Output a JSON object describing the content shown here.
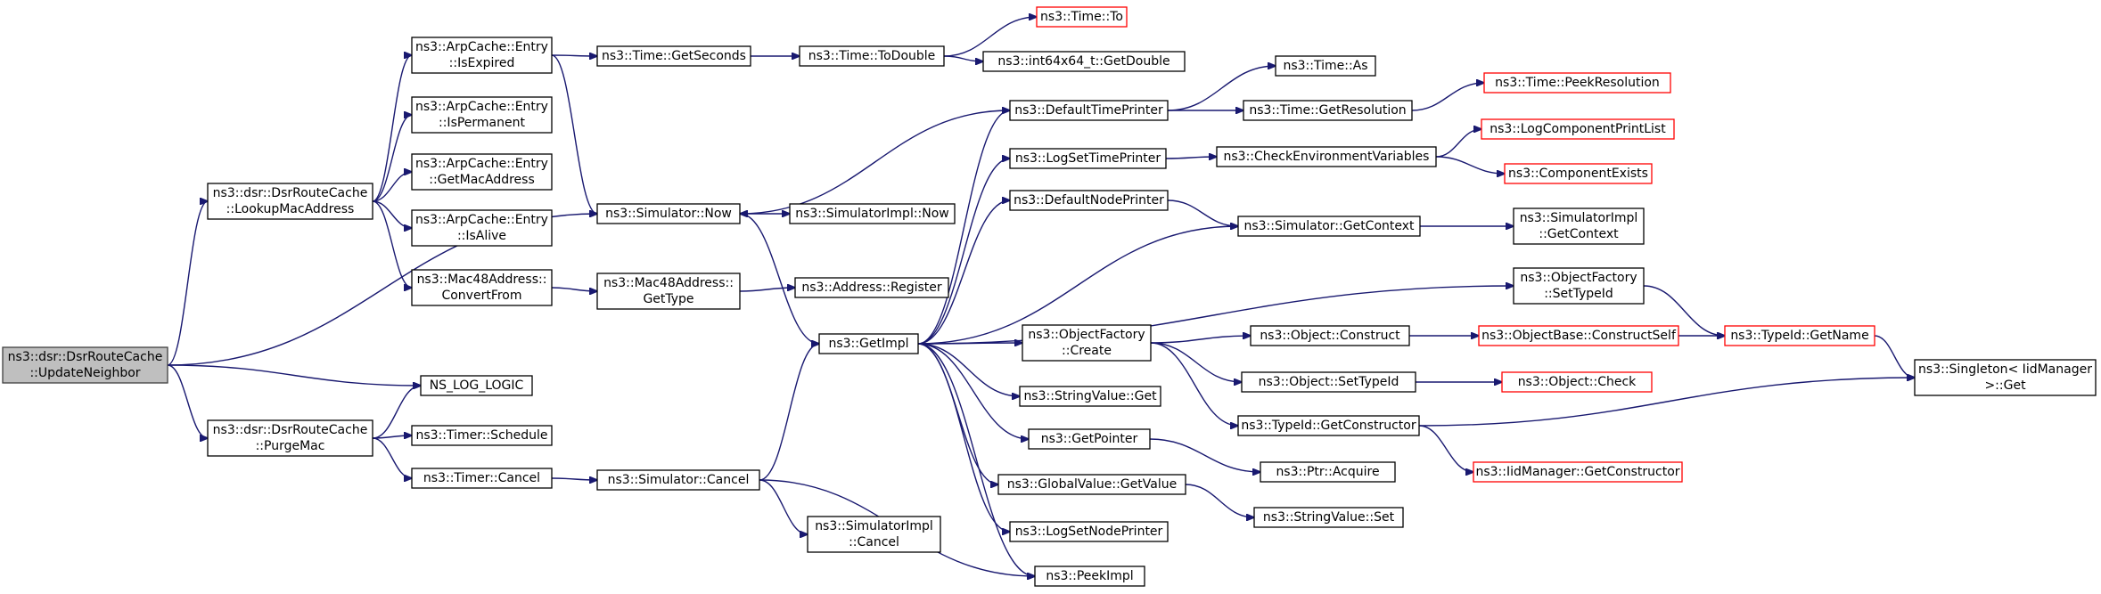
{
  "nodes": [
    {
      "id": "root",
      "lines": [
        "ns3::dsr::DsrRouteCache",
        "::UpdateNeighbor"
      ],
      "style": "root"
    },
    {
      "id": "lookup",
      "lines": [
        "ns3::dsr::DsrRouteCache",
        "::LookupMacAddress"
      ],
      "style": "normal"
    },
    {
      "id": "nslog",
      "lines": [
        "NS_LOG_LOGIC"
      ],
      "style": "normal"
    },
    {
      "id": "purge",
      "lines": [
        "ns3::dsr::DsrRouteCache",
        "::PurgeMac"
      ],
      "style": "normal"
    },
    {
      "id": "isexpired",
      "lines": [
        "ns3::ArpCache::Entry",
        "::IsExpired"
      ],
      "style": "normal"
    },
    {
      "id": "isperm",
      "lines": [
        "ns3::ArpCache::Entry",
        "::IsPermanent"
      ],
      "style": "normal"
    },
    {
      "id": "getmac",
      "lines": [
        "ns3::ArpCache::Entry",
        "::GetMacAddress"
      ],
      "style": "normal"
    },
    {
      "id": "isalive",
      "lines": [
        "ns3::ArpCache::Entry",
        "::IsAlive"
      ],
      "style": "normal"
    },
    {
      "id": "convertfrom",
      "lines": [
        "ns3::Mac48Address::",
        "ConvertFrom"
      ],
      "style": "normal"
    },
    {
      "id": "timersched",
      "lines": [
        "ns3::Timer::Schedule"
      ],
      "style": "normal"
    },
    {
      "id": "timercancel",
      "lines": [
        "ns3::Timer::Cancel"
      ],
      "style": "normal"
    },
    {
      "id": "getseconds",
      "lines": [
        "ns3::Time::GetSeconds"
      ],
      "style": "normal"
    },
    {
      "id": "simnow",
      "lines": [
        "ns3::Simulator::Now"
      ],
      "style": "normal"
    },
    {
      "id": "gettype",
      "lines": [
        "ns3::Mac48Address::",
        "GetType"
      ],
      "style": "normal"
    },
    {
      "id": "simcancel",
      "lines": [
        "ns3::Simulator::Cancel"
      ],
      "style": "normal"
    },
    {
      "id": "todouble",
      "lines": [
        "ns3::Time::ToDouble"
      ],
      "style": "normal"
    },
    {
      "id": "simimplnow",
      "lines": [
        "ns3::SimulatorImpl::Now"
      ],
      "style": "normal"
    },
    {
      "id": "addrreg",
      "lines": [
        "ns3::Address::Register"
      ],
      "style": "normal"
    },
    {
      "id": "getimpl",
      "lines": [
        "ns3::GetImpl"
      ],
      "style": "normal"
    },
    {
      "id": "simimplcancel",
      "lines": [
        "ns3::SimulatorImpl",
        "::Cancel"
      ],
      "style": "normal"
    },
    {
      "id": "timeto",
      "lines": [
        "ns3::Time::To"
      ],
      "style": "red"
    },
    {
      "id": "int64",
      "lines": [
        "ns3::int64x64_t::GetDouble"
      ],
      "style": "normal"
    },
    {
      "id": "deftimeprinter",
      "lines": [
        "ns3::DefaultTimePrinter"
      ],
      "style": "normal"
    },
    {
      "id": "logsettimeprinter",
      "lines": [
        "ns3::LogSetTimePrinter"
      ],
      "style": "normal"
    },
    {
      "id": "defnodeprinter",
      "lines": [
        "ns3::DefaultNodePrinter"
      ],
      "style": "normal"
    },
    {
      "id": "ofcreate",
      "lines": [
        "ns3::ObjectFactory",
        "::Create"
      ],
      "style": "normal"
    },
    {
      "id": "strvalget",
      "lines": [
        "ns3::StringValue::Get"
      ],
      "style": "normal"
    },
    {
      "id": "getpointer",
      "lines": [
        "ns3::GetPointer"
      ],
      "style": "normal"
    },
    {
      "id": "gvgetvalue",
      "lines": [
        "ns3::GlobalValue::GetValue"
      ],
      "style": "normal"
    },
    {
      "id": "logsetnodeprinter",
      "lines": [
        "ns3::LogSetNodePrinter"
      ],
      "style": "normal"
    },
    {
      "id": "peekimpl",
      "lines": [
        "ns3::PeekImpl"
      ],
      "style": "normal"
    },
    {
      "id": "timeas",
      "lines": [
        "ns3::Time::As"
      ],
      "style": "normal"
    },
    {
      "id": "getres",
      "lines": [
        "ns3::Time::GetResolution"
      ],
      "style": "normal"
    },
    {
      "id": "checkenv",
      "lines": [
        "ns3::CheckEnvironmentVariables"
      ],
      "style": "normal"
    },
    {
      "id": "simgetctx",
      "lines": [
        "ns3::Simulator::GetContext"
      ],
      "style": "normal"
    },
    {
      "id": "ofsettypeid",
      "lines": [
        "ns3::ObjectFactory",
        "::SetTypeId"
      ],
      "style": "normal"
    },
    {
      "id": "objconstruct",
      "lines": [
        "ns3::Object::Construct"
      ],
      "style": "normal"
    },
    {
      "id": "objsettypeid",
      "lines": [
        "ns3::Object::SetTypeId"
      ],
      "style": "normal"
    },
    {
      "id": "typeidgetctor",
      "lines": [
        "ns3::TypeId::GetConstructor"
      ],
      "style": "normal"
    },
    {
      "id": "ptracquire",
      "lines": [
        "ns3::Ptr::Acquire"
      ],
      "style": "normal"
    },
    {
      "id": "strvalset",
      "lines": [
        "ns3::StringValue::Set"
      ],
      "style": "normal"
    },
    {
      "id": "peekres",
      "lines": [
        "ns3::Time::PeekResolution"
      ],
      "style": "red"
    },
    {
      "id": "logcomp",
      "lines": [
        "ns3::LogComponentPrintList"
      ],
      "style": "red"
    },
    {
      "id": "compexists",
      "lines": [
        "ns3::ComponentExists"
      ],
      "style": "red"
    },
    {
      "id": "simimplgetctx",
      "lines": [
        "ns3::SimulatorImpl",
        "::GetContext"
      ],
      "style": "normal"
    },
    {
      "id": "objbasector",
      "lines": [
        "ns3::ObjectBase::ConstructSelf"
      ],
      "style": "red"
    },
    {
      "id": "objcheck",
      "lines": [
        "ns3::Object::Check"
      ],
      "style": "red"
    },
    {
      "id": "iidgetctor",
      "lines": [
        "ns3::IidManager::GetConstructor"
      ],
      "style": "red"
    },
    {
      "id": "typeidgetname",
      "lines": [
        "ns3::TypeId::GetName"
      ],
      "style": "red"
    },
    {
      "id": "singleton",
      "lines": [
        "ns3::Singleton< IidManager",
        " >::Get"
      ],
      "style": "normal"
    }
  ],
  "edges": [
    [
      "root",
      "lookup"
    ],
    [
      "root",
      "simnow"
    ],
    [
      "root",
      "nslog"
    ],
    [
      "root",
      "purge"
    ],
    [
      "lookup",
      "isexpired"
    ],
    [
      "lookup",
      "isperm"
    ],
    [
      "lookup",
      "getmac"
    ],
    [
      "lookup",
      "isalive"
    ],
    [
      "lookup",
      "convertfrom"
    ],
    [
      "purge",
      "nslog"
    ],
    [
      "purge",
      "timersched"
    ],
    [
      "purge",
      "timercancel"
    ],
    [
      "isexpired",
      "getseconds"
    ],
    [
      "isexpired",
      "simnow"
    ],
    [
      "getseconds",
      "todouble"
    ],
    [
      "todouble",
      "timeto"
    ],
    [
      "todouble",
      "int64"
    ],
    [
      "convertfrom",
      "gettype"
    ],
    [
      "gettype",
      "addrreg"
    ],
    [
      "simnow",
      "simimplnow"
    ],
    [
      "simnow",
      "getimpl"
    ],
    [
      "timercancel",
      "simcancel"
    ],
    [
      "simcancel",
      "getimpl"
    ],
    [
      "simcancel",
      "simimplcancel"
    ],
    [
      "simcancel",
      "peekimpl"
    ],
    [
      "getimpl",
      "deftimeprinter"
    ],
    [
      "getimpl",
      "logsettimeprinter"
    ],
    [
      "getimpl",
      "defnodeprinter"
    ],
    [
      "getimpl",
      "simgetctx"
    ],
    [
      "getimpl",
      "ofsettypeid"
    ],
    [
      "getimpl",
      "ofcreate"
    ],
    [
      "getimpl",
      "strvalget"
    ],
    [
      "getimpl",
      "getpointer"
    ],
    [
      "getimpl",
      "gvgetvalue"
    ],
    [
      "getimpl",
      "logsetnodeprinter"
    ],
    [
      "getimpl",
      "peekimpl"
    ],
    [
      "deftimeprinter",
      "simnow"
    ],
    [
      "deftimeprinter",
      "timeas"
    ],
    [
      "deftimeprinter",
      "getres"
    ],
    [
      "getres",
      "peekres"
    ],
    [
      "logsettimeprinter",
      "checkenv"
    ],
    [
      "checkenv",
      "logcomp"
    ],
    [
      "checkenv",
      "compexists"
    ],
    [
      "defnodeprinter",
      "simgetctx"
    ],
    [
      "simgetctx",
      "simimplgetctx"
    ],
    [
      "ofsettypeid",
      "typeidgetname"
    ],
    [
      "ofcreate",
      "objconstruct"
    ],
    [
      "ofcreate",
      "objsettypeid"
    ],
    [
      "ofcreate",
      "typeidgetctor"
    ],
    [
      "objconstruct",
      "objbasector"
    ],
    [
      "objbasector",
      "typeidgetname"
    ],
    [
      "objsettypeid",
      "objcheck"
    ],
    [
      "typeidgetctor",
      "singleton"
    ],
    [
      "typeidgetctor",
      "iidgetctor"
    ],
    [
      "typeidgetname",
      "singleton"
    ],
    [
      "getpointer",
      "ptracquire"
    ],
    [
      "gvgetvalue",
      "strvalset"
    ]
  ]
}
